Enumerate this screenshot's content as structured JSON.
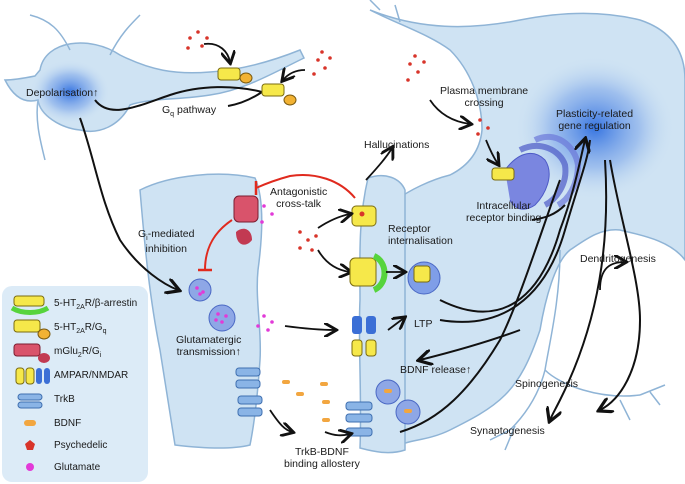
{
  "labels": {
    "depolarisation": "Depolarisation",
    "gq_pathway": "Gq pathway",
    "hallucinations": "Hallucinations",
    "antagonistic": "Antagonistic\ncross-talk",
    "gi_inhibition": "Gi-mediated\ninhibition",
    "receptor_internalisation": "Receptor\ninternalisation",
    "plasma_membrane": "Plasma membrane\ncrossing",
    "plasticity": "Plasticity-related\ngene regulation",
    "intracellular": "Intracellular\nreceptor binding",
    "dendritogenesis": "Dendritogenesis",
    "glutamatergic": "Glutamatergic\ntransmission",
    "ltp": "LTP",
    "bdnf_release": "BDNF release",
    "spinogenesis": "Spinogenesis",
    "synaptogenesis": "Synaptogenesis",
    "trkb_bdnf": "TrkB-BDNF\nbinding allostery"
  },
  "legend": [
    {
      "label": "5-HT2AR/β-arrestin",
      "icon": "receptor-barrestin-icon"
    },
    {
      "label": "5-HT2AR/Gq",
      "icon": "receptor-gq-icon"
    },
    {
      "label": "mGlu2R/Gi",
      "icon": "receptor-mglu2-icon"
    },
    {
      "label": "AMPAR/NMDAR",
      "icon": "ampar-nmdar-icon"
    },
    {
      "label": "TrkB",
      "icon": "trkb-icon"
    },
    {
      "label": "BDNF",
      "icon": "bdnf-icon"
    },
    {
      "label": "Psychedelic",
      "icon": "psychedelic-icon"
    },
    {
      "label": "Glutamate",
      "icon": "glutamate-icon"
    }
  ],
  "colors": {
    "cell_fill": "#cfe3f3",
    "cell_stroke": "#8fb4d6",
    "nucleus_glow": "#3f7fe0",
    "receptor_yellow": "#f6e84a",
    "gq_orange": "#f2b233",
    "barrestin_green": "#56d43c",
    "mglu_red": "#d9536b",
    "ampar_blue": "#3b6fd6",
    "trkb_blue": "#8ab4e6",
    "psychedelic_red": "#d8342a",
    "glutamate_magenta": "#e23ad8",
    "inhibit_red": "#e02a1e"
  }
}
